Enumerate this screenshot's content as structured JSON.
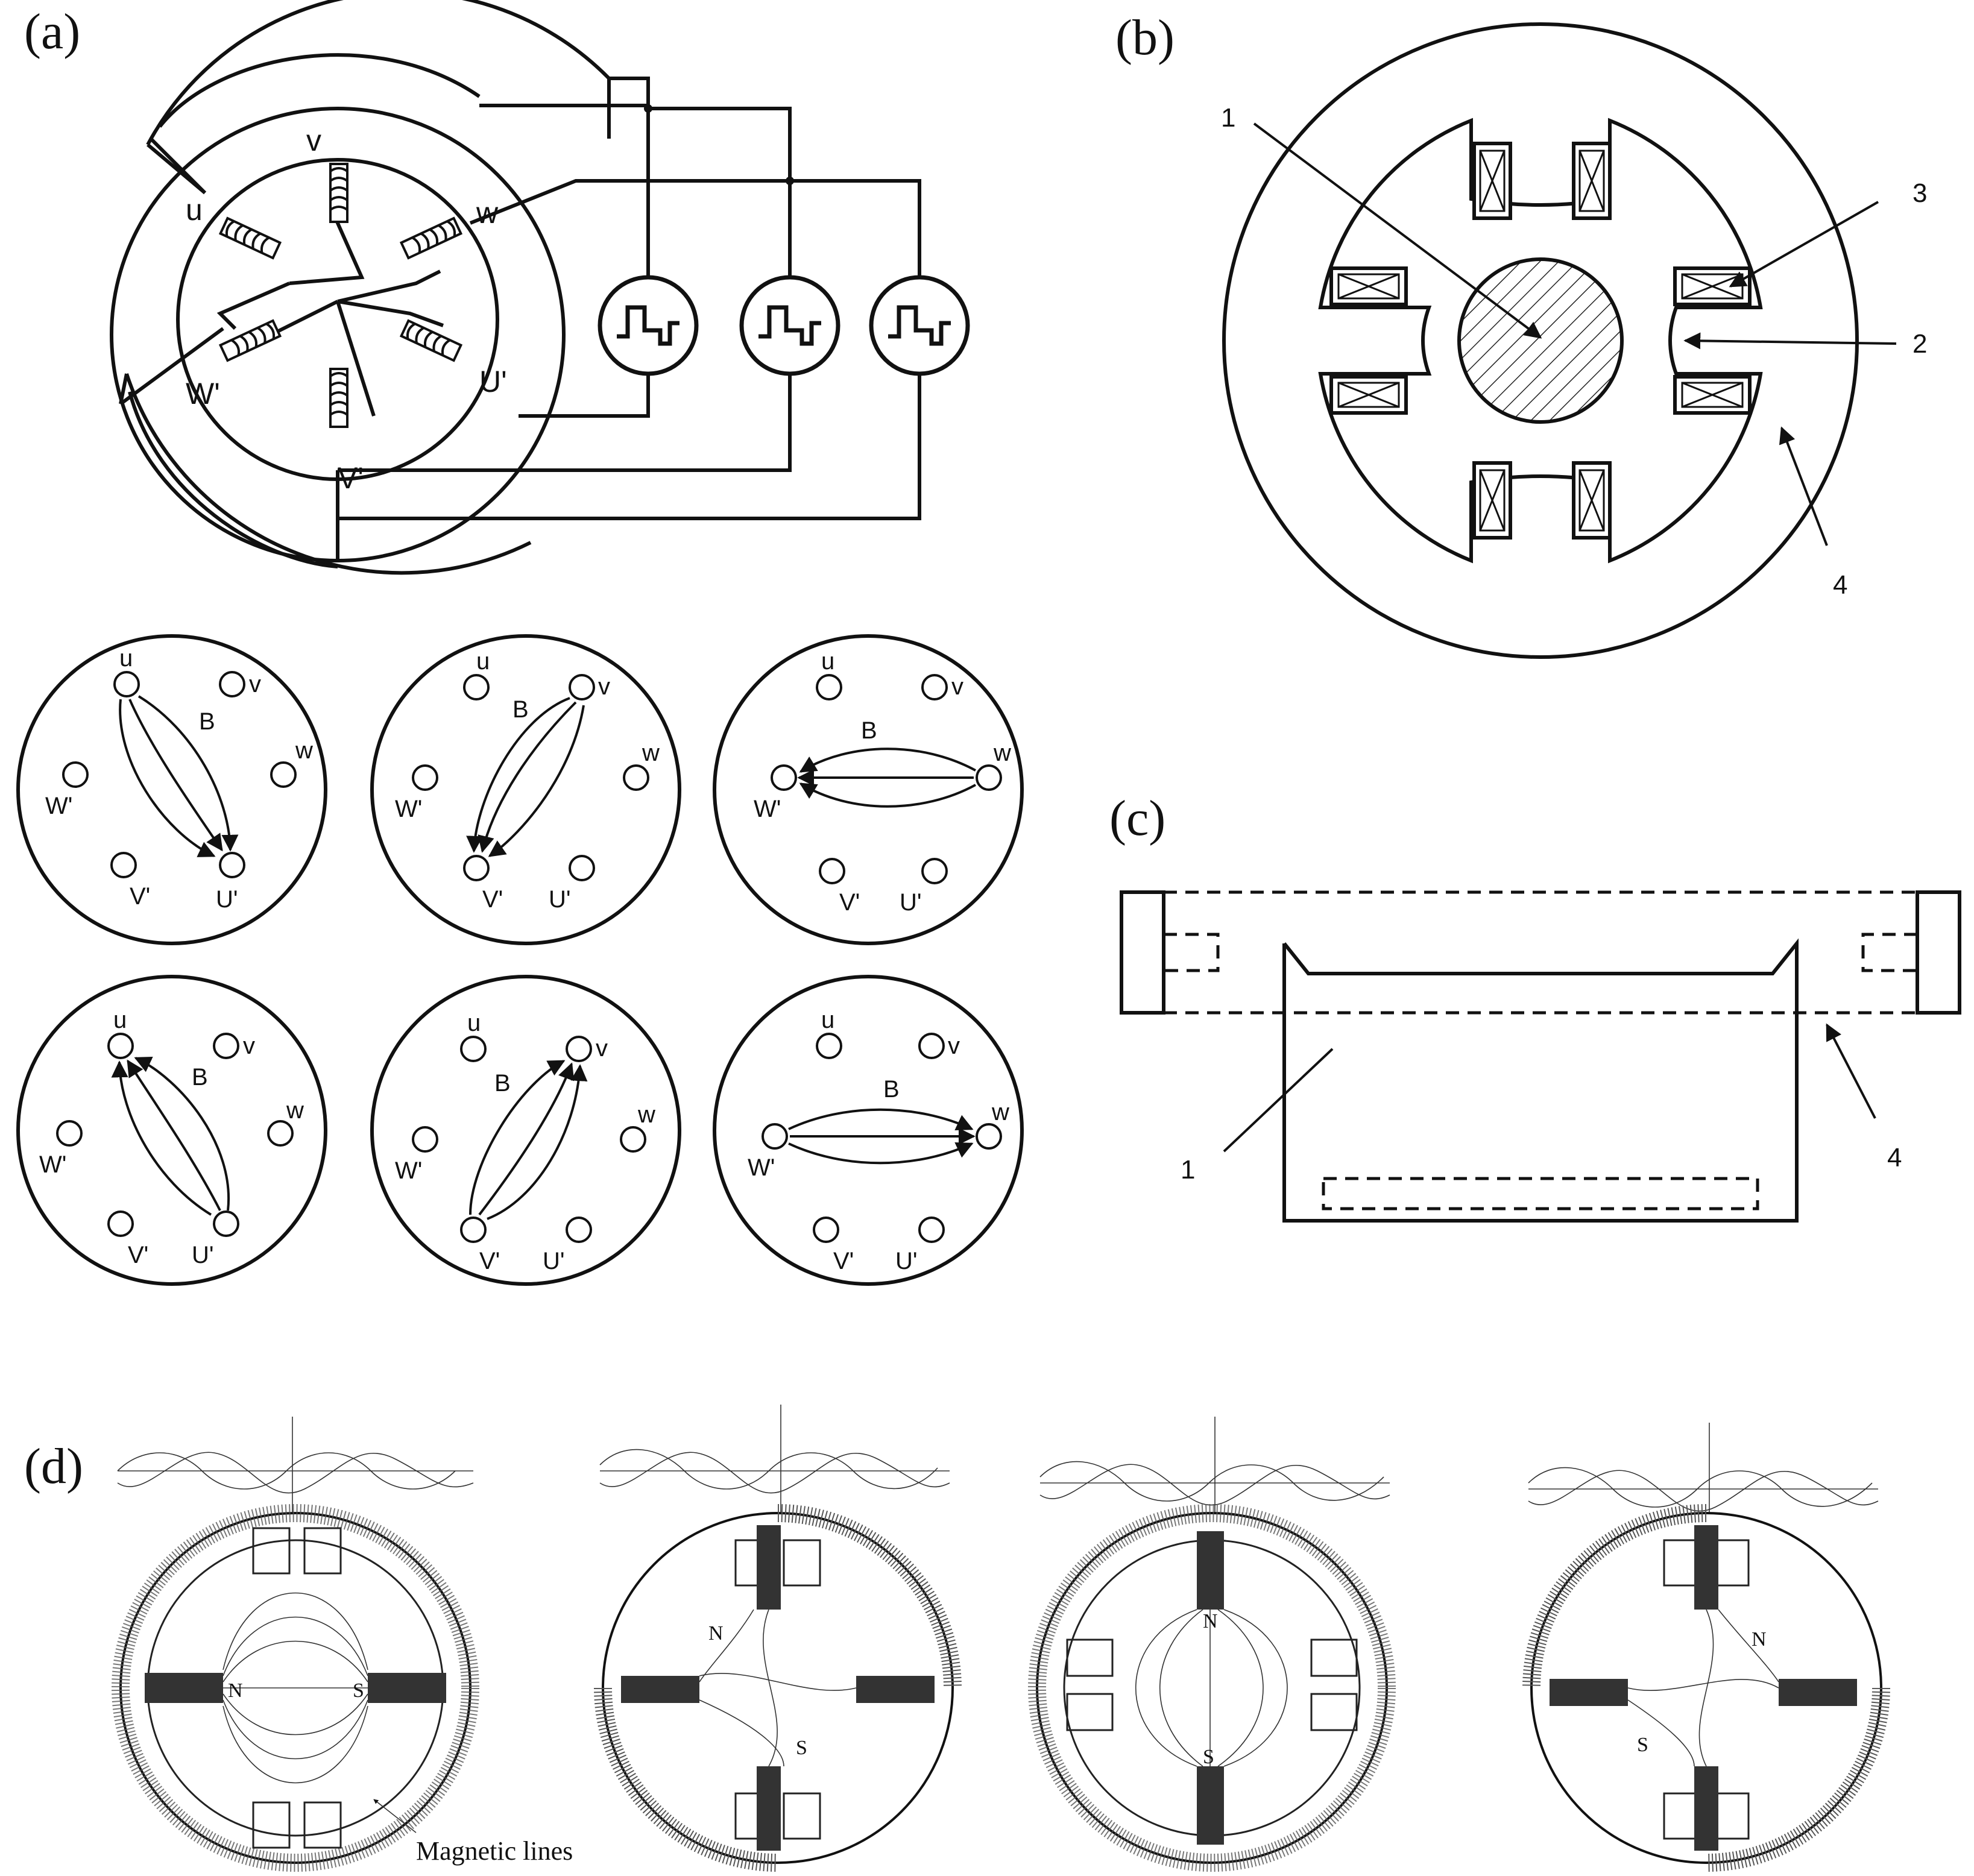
{
  "panels": {
    "a": "(a)",
    "b": "(b)",
    "c": "(c)",
    "d": "(d)"
  },
  "motor_a": {
    "u": "u",
    "v": "v",
    "w": "w",
    "u_prime": "U'",
    "v_prime": "V'",
    "w_prime": "W'"
  },
  "field_diagrams": {
    "b_label": "B",
    "poles": {
      "u": "u",
      "v": "v",
      "w": "w",
      "u_prime": "U'",
      "v_prime": "V'",
      "w_prime": "W'"
    }
  },
  "motor_b": {
    "n1": "1",
    "n2": "2",
    "n3": "3",
    "n4": "4"
  },
  "motor_c": {
    "n1": "1",
    "n4": "4"
  },
  "motor_d": {
    "N": "N",
    "S": "S",
    "magnetic_lines": "Magnetic lines"
  }
}
